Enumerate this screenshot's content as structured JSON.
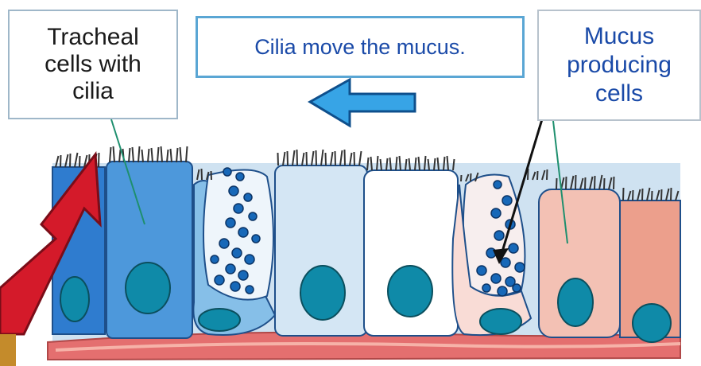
{
  "labels": {
    "tracheal": "Tracheal\ncells with\ncilia",
    "movement": "Cilia move the mucus.",
    "mucus": "Mucus\nproducing\ncells"
  },
  "colors": {
    "blue_cell": "#3e8fd8",
    "light_blue_cell": "#d4e6f4",
    "white_cell": "#ffffff",
    "pink_cell": "#f3c1b4",
    "nucleus": "#0f8aa8",
    "basement": "#e46f6f",
    "arrow_red": "#d41a2a",
    "arrow_blue": "#37a4e6",
    "mucus_dot": "#1768b8"
  },
  "icons": {
    "movement_arrow": "left-arrow-icon",
    "entry_arrow": "up-right-arrow-icon"
  }
}
